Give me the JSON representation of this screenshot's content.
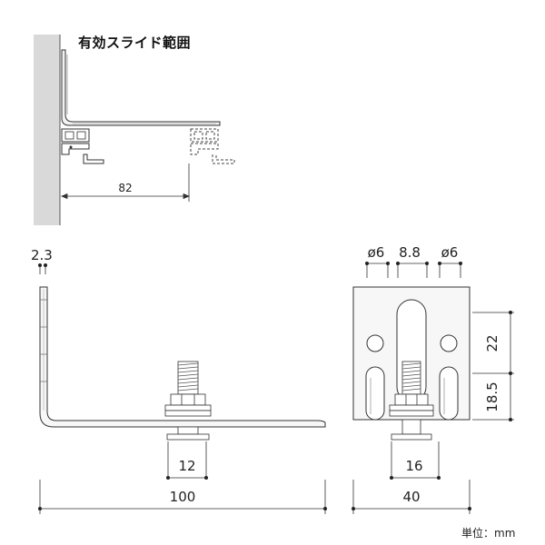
{
  "title": "有効スライド範囲",
  "unit_label": "単位：mm",
  "top_view": {
    "slide_dimension": "82"
  },
  "side_view": {
    "thickness_label": "2.3",
    "base_width_label": "12",
    "length_label": "100"
  },
  "front_view": {
    "hole_left_label": "ø6",
    "spacing_label": "8.8",
    "hole_right_label": "ø6",
    "upper_height_label": "22",
    "lower_height_label": "18.5",
    "base_width_label": "16",
    "width_label": "40"
  }
}
